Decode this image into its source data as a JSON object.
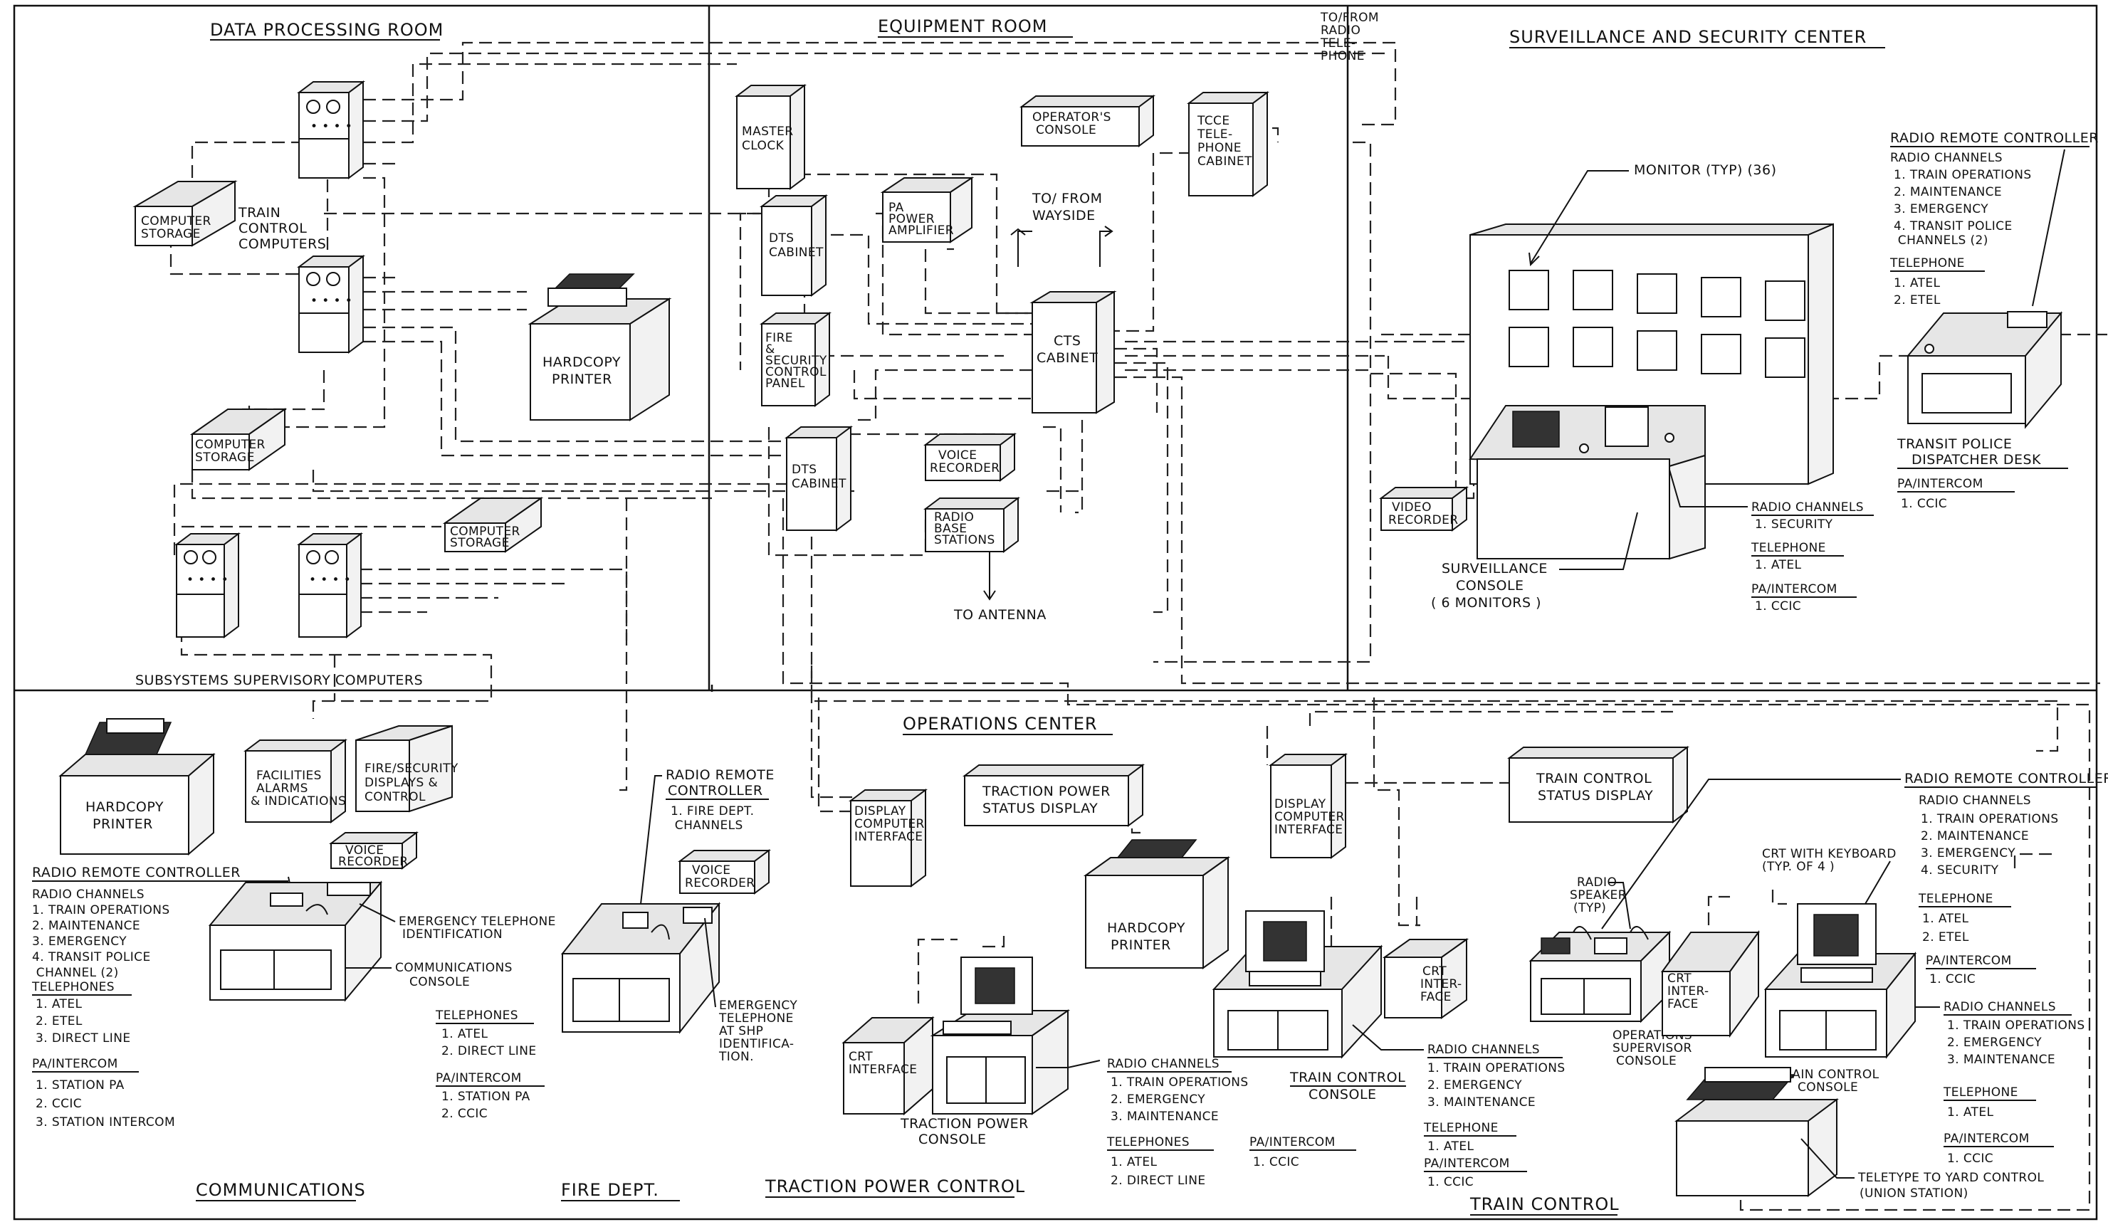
{
  "rooms": {
    "data_processing": "DATA PROCESSING ROOM",
    "equipment": "EQUIPMENT ROOM",
    "surveillance": "SURVEILLANCE AND SECURITY CENTER",
    "operations": "OPERATIONS CENTER"
  },
  "areas": {
    "communications": "COMMUNICATIONS",
    "fire_dept": "FIRE DEPT.",
    "traction_power_control": "TRACTION POWER CONTROL",
    "train_control": "TRAIN CONTROL"
  },
  "dp": {
    "tcc": [
      "TRAIN",
      "CONTROL",
      "COMPUTERS"
    ],
    "storage1": [
      "COMPUTER",
      "STORAGE"
    ],
    "storage2": [
      "COMPUTER",
      "STORAGE"
    ],
    "storage3": [
      "COMPUTER",
      "STORAGE"
    ],
    "printer": [
      "HARDCOPY",
      "PRINTER"
    ],
    "ssc": "SUBSYSTEMS SUPERVISORY COMPUTERS"
  },
  "eq": {
    "master_clock": [
      "MASTER",
      "CLOCK"
    ],
    "operators_console": [
      "OPERATOR'S",
      "CONSOLE"
    ],
    "tcce": [
      "TCCE",
      "TELE-",
      "PHONE",
      "CABINET"
    ],
    "to_from_radio": [
      "TO/FROM",
      "RADIO",
      "TELE-",
      "PHONE"
    ],
    "dts1": [
      "DTS",
      "CABINET"
    ],
    "pa_amp": [
      "PA",
      "POWER",
      "AMPLIFIER"
    ],
    "to_from_wayside": [
      "TO/ FROM",
      "WAYSIDE"
    ],
    "fire_panel": [
      "FIRE",
      "&",
      "SECURITY",
      "CONTROL",
      "PANEL"
    ],
    "cts": [
      "CTS",
      "CABINET"
    ],
    "dts2": [
      "DTS",
      "CABINET"
    ],
    "voice_recorder": [
      "VOICE",
      "RECORDER"
    ],
    "radio_base": [
      "RADIO",
      "BASE",
      "STATIONS"
    ],
    "to_antenna": "TO ANTENNA"
  },
  "sv": {
    "monitor": "MONITOR (TYP) (36)",
    "video_recorder": [
      "VIDEO",
      "RECORDER"
    ],
    "console": [
      "SURVEILLANCE",
      "CONSOLE",
      "( 6 MONITORS )"
    ],
    "console_radio": [
      "RADIO CHANNELS",
      "1. SECURITY"
    ],
    "console_tel": [
      "TELEPHONE",
      "1. ATEL"
    ],
    "console_pa": [
      "PA/INTERCOM",
      "1. CCIC"
    ],
    "rrc_title": "RADIO REMOTE CONTROLLER",
    "rrc_lines": [
      "RADIO CHANNELS",
      "1. TRAIN OPERATIONS",
      "2. MAINTENANCE",
      "3. EMERGENCY",
      "4. TRANSIT POLICE",
      "    CHANNELS (2)"
    ],
    "rrc_tel": [
      "TELEPHONE",
      "1. ATEL",
      "2. ETEL"
    ],
    "desk": [
      "TRANSIT POLICE",
      "DISPATCHER DESK"
    ],
    "desk_pa": [
      "PA/INTERCOM",
      "1. CCIC"
    ]
  },
  "comm": {
    "printer": [
      "HARDCOPY",
      "PRINTER"
    ],
    "facilities": [
      "FACILITIES",
      "ALARMS",
      "& INDICATIONS"
    ],
    "fire_displays": [
      "FIRE/SECURITY",
      "DISPLAYS &",
      "CONTROL"
    ],
    "voice_recorder": [
      "VOICE",
      "RECORDER"
    ],
    "rrc_title": "RADIO REMOTE CONTROLLER",
    "rrc_lines": [
      "RADIO CHANNELS",
      "1. TRAIN OPERATIONS",
      "2. MAINTENANCE",
      "3. EMERGENCY",
      "4. TRANSIT POLICE",
      "    CHANNEL (2)"
    ],
    "tel": [
      "TELEPHONES",
      "1. ATEL",
      "2. ETEL",
      "3. DIRECT LINE"
    ],
    "pa": [
      "PA/INTERCOM",
      "1. STATION PA",
      "2. CCIC",
      "3. STATION INTERCOM"
    ],
    "eti": [
      "EMERGENCY TELEPHONE",
      "IDENTIFICATION"
    ],
    "console": [
      "COMMUNICATIONS",
      "CONSOLE"
    ]
  },
  "fire": {
    "rrc": [
      "RADIO REMOTE",
      "CONTROLLER"
    ],
    "rrc_lines": [
      "1. FIRE DEPT.",
      "    CHANNELS"
    ],
    "voice_recorder": [
      "VOICE",
      "RECORDER"
    ],
    "tel": [
      "TELEPHONES",
      "1. ATEL",
      "2. DIRECT LINE"
    ],
    "pa": [
      "PA/INTERCOM",
      "1. STATION PA",
      "2. CCIC"
    ],
    "eti": [
      "EMERGENCY",
      "TELEPHONE",
      "AT SHP",
      "IDENTIFICA-",
      "TION."
    ]
  },
  "tp": {
    "display_interface": [
      "DISPLAY",
      "COMPUTER",
      "INTERFACE"
    ],
    "status_display": [
      "TRACTION POWER",
      "STATUS DISPLAY"
    ],
    "printer": [
      "HARDCOPY",
      "PRINTER"
    ],
    "crt": [
      "CRT",
      "INTERFACE"
    ],
    "console": [
      "TRACTION POWER",
      "CONSOLE"
    ],
    "radio": [
      "RADIO CHANNELS",
      "1. TRAIN OPERATIONS",
      "2. EMERGENCY",
      "3. MAINTENANCE"
    ],
    "tel": [
      "TELEPHONES",
      "1. ATEL",
      "2. DIRECT LINE"
    ],
    "pa": [
      "PA/INTERCOM",
      "1. CCIC"
    ]
  },
  "tc": {
    "display_interface": [
      "DISPLAY",
      "COMPUTER",
      "INTERFACE"
    ],
    "status_display": [
      "TRAIN CONTROL",
      "STATUS DISPLAY"
    ],
    "crt1": [
      "CRT",
      "INTER-",
      "FACE"
    ],
    "crt2": [
      "CRT",
      "INTER-",
      "FACE"
    ],
    "speaker": [
      "RADIO",
      "SPEAKER",
      "(TYP)"
    ],
    "crt_kb": [
      "CRT WITH KEYBOARD",
      "(TYP. OF 4 )"
    ],
    "console": [
      "TRAIN CONTROL",
      "CONSOLE"
    ],
    "radio": [
      "RADIO CHANNELS",
      "1. TRAIN OPERATIONS",
      "2. EMERGENCY",
      "3. MAINTENANCE"
    ],
    "tel": [
      "TELEPHONE",
      "1. ATEL"
    ],
    "pa": [
      "PA/INTERCOM",
      "1. CCIC"
    ],
    "super": [
      "OPERATIONS",
      "SUPERVISOR",
      "CONSOLE"
    ],
    "rrc_title": "RADIO REMOTE CONTROLLER",
    "rrc_lines": [
      "RADIO CHANNELS",
      "1. TRAIN OPERATIONS",
      "2. MAINTENANCE",
      "3. EMERGENCY",
      "4. SECURITY"
    ],
    "rrc_tel": [
      "TELEPHONE",
      "1. ATEL",
      "2. ETEL"
    ],
    "rrc_pa": [
      "PA/INTERCOM",
      "1. CCIC"
    ],
    "super_radio": [
      "RADIO CHANNELS",
      "1. TRAIN OPERATIONS",
      "2. EMERGENCY",
      "3. MAINTENANCE"
    ],
    "super_tel": [
      "TELEPHONE",
      "1. ATEL"
    ],
    "super_pa": [
      "PA/INTERCOM",
      "1. CCIC"
    ],
    "teletype": [
      "TELETYPE TO YARD CONTROL",
      "(UNION STATION)"
    ],
    "tc_console": [
      "TRAIN CONTROL",
      "CONSOLE"
    ]
  }
}
